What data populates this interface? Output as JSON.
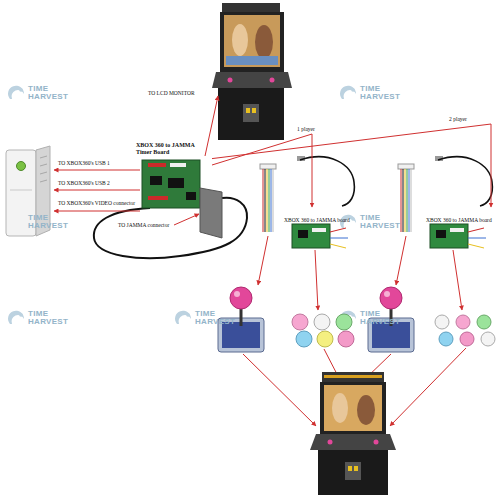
{
  "diagram": {
    "nodes": [
      {
        "text": [
          "XBOX 360 to JAMMA Timer Board"
        ]
      },
      {
        "text": [
          "XBOX 360 to JAMMA board"
        ]
      },
      {
        "text": [
          "XBOX 360 to JAMMA board"
        ]
      }
    ],
    "edges": [
      {
        "from": 0,
        "to": 1,
        "label": "1 player",
        "arrow": "to"
      },
      {
        "from": 0,
        "to": 2,
        "label": "2 player",
        "arrow": "to"
      }
    ],
    "labels": [
      "TO LCD MONITOR",
      "TO XBOX360's USB 1",
      "TO XBOX360's USB 2",
      "TO XBOX360's VIDEO connector",
      "TO JAMMA connector",
      "TIME HARVEST",
      "TIME HARVEST",
      "TIME HARVEST",
      "TIME HARVEST",
      "TIME HARVEST",
      "TIME HARVEST",
      "TIME HARVEST"
    ]
  }
}
